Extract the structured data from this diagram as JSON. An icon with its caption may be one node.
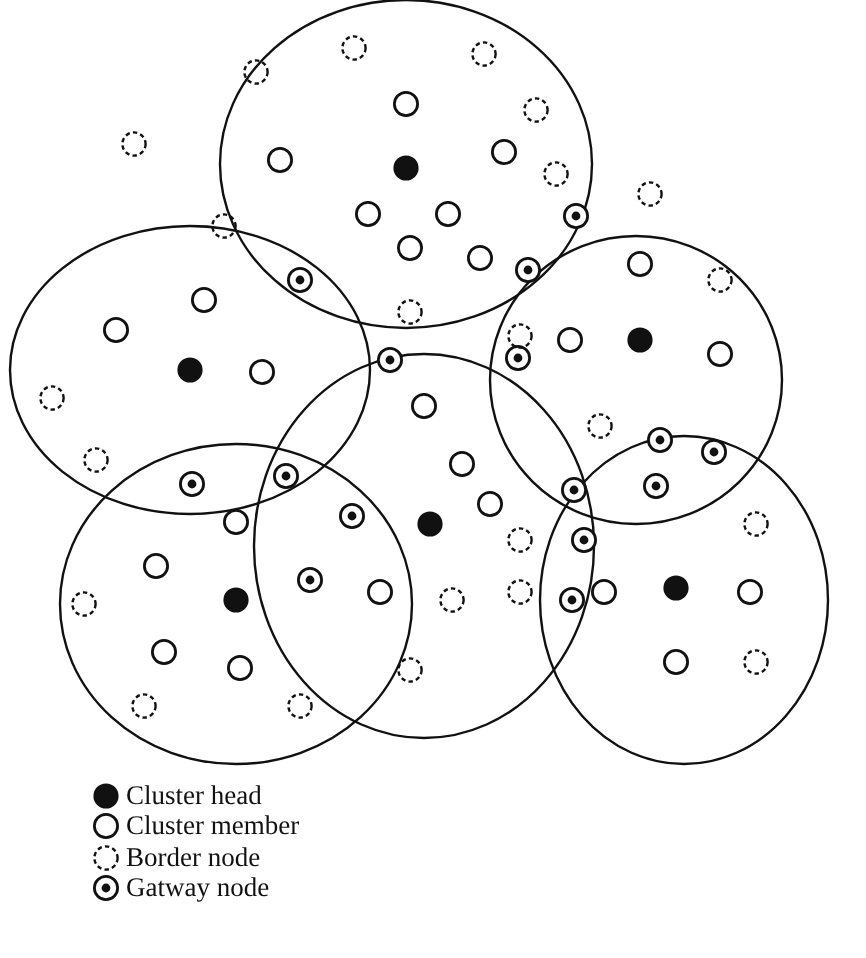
{
  "diagram": {
    "legend": [
      {
        "text": "Cluster head"
      },
      {
        "text": "Cluster member"
      },
      {
        "text": "Border node"
      },
      {
        "text": "Gatway node"
      }
    ]
  }
}
